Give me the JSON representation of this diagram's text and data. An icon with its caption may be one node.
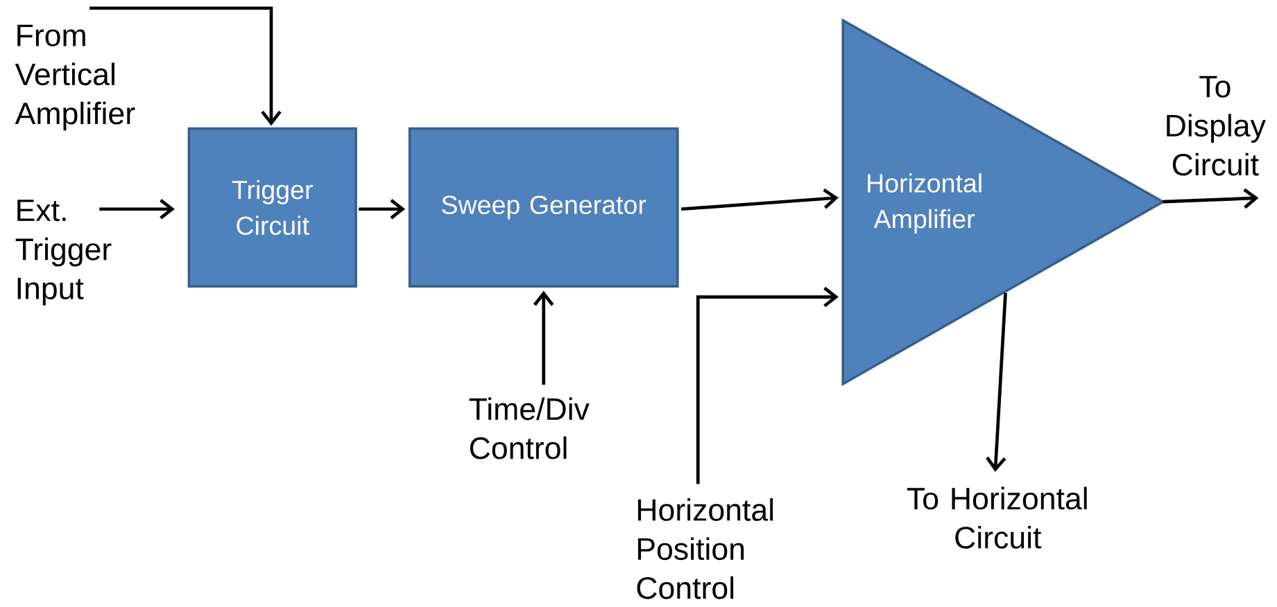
{
  "diagram": {
    "nodes": [
      {
        "text": [
          "From Vertical Amplifier"
        ]
      },
      {
        "text": [
          "Ext. Trigger Input"
        ]
      },
      {
        "text": [
          "Trigger Circuit"
        ]
      },
      {
        "text": [
          "Sweep Generator"
        ]
      },
      {
        "text": [
          "Horizontal Amplifier"
        ]
      },
      {
        "text": [
          "Time/Div Control"
        ]
      },
      {
        "text": [
          "Horizontal Position Control"
        ]
      },
      {
        "text": [
          "To Horizontal Circuit"
        ]
      },
      {
        "text": [
          "To Display Circuit"
        ]
      }
    ],
    "edges": [
      {
        "from": 0,
        "to": 2,
        "arrow": "to"
      },
      {
        "from": 1,
        "to": 2,
        "arrow": "to"
      },
      {
        "from": 2,
        "to": 3,
        "arrow": "to"
      },
      {
        "from": 3,
        "to": 4,
        "arrow": "to"
      },
      {
        "from": 5,
        "to": 3,
        "arrow": "to"
      },
      {
        "from": 6,
        "to": 4,
        "arrow": "to"
      },
      {
        "from": 4,
        "to": 7,
        "arrow": "to"
      },
      {
        "from": 4,
        "to": 8,
        "arrow": "to"
      }
    ]
  }
}
